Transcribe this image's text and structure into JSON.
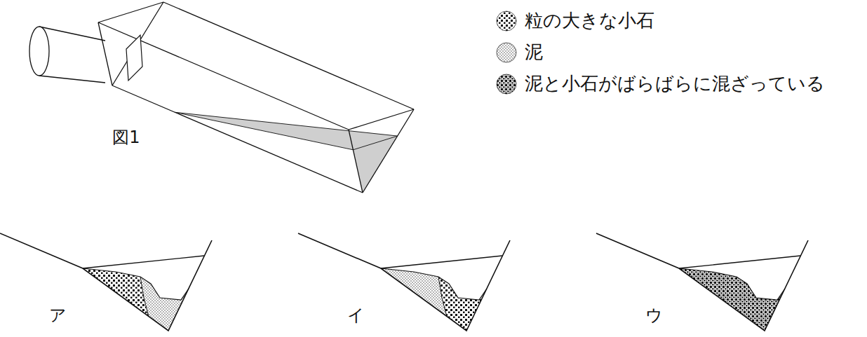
{
  "diagram": {
    "labels": [
      "図1",
      "ア",
      "イ",
      "ウ"
    ],
    "legend": [
      {
        "text": "粒の大きな小石"
      },
      {
        "text": "泥"
      },
      {
        "text": "泥と小石がばらばらに混ざっている"
      }
    ]
  }
}
